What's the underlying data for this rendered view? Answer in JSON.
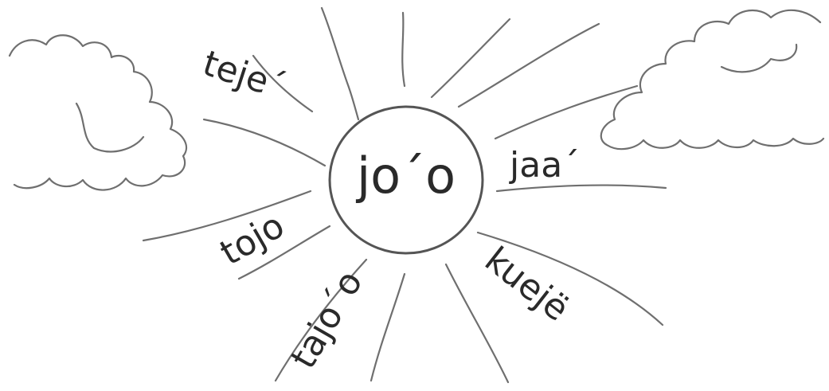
{
  "sun": {
    "center_word": "jo´o",
    "labels": {
      "teje": "teje´",
      "jaa": "jaa´",
      "tojo": "tojo",
      "tajoo": "tajo´o",
      "kueje": "kuejë"
    }
  },
  "colors": {
    "line": "#6f6f6f",
    "text": "#2a2a2a",
    "background": "#ffffff"
  }
}
